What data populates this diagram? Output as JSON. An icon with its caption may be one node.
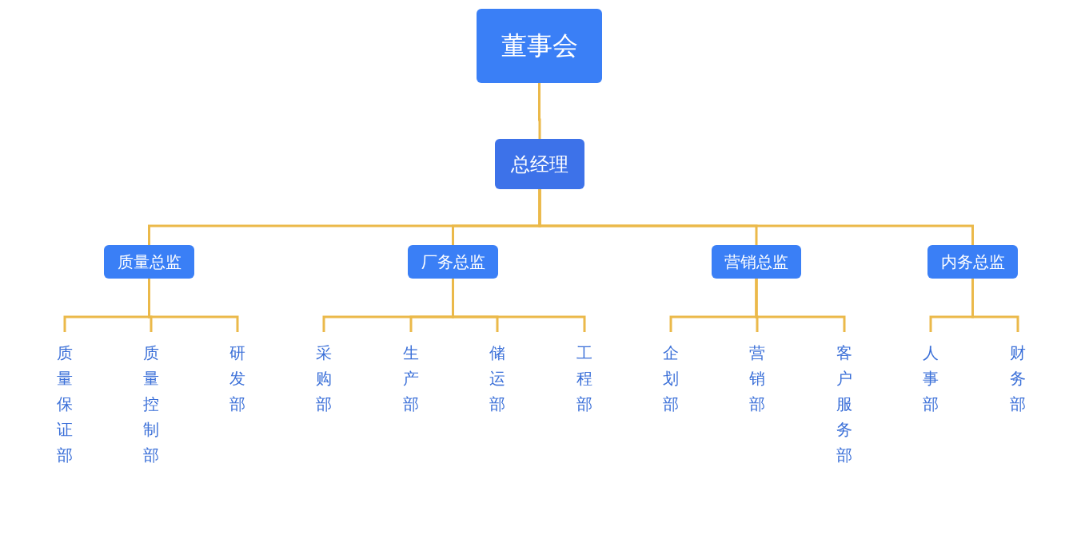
{
  "diagram": {
    "nodes": [
      {
        "text": [
          "董事会"
        ]
      },
      {
        "text": [
          "总经理"
        ]
      },
      {
        "text": [
          "质量总监"
        ]
      },
      {
        "text": [
          "厂务总监"
        ]
      },
      {
        "text": [
          "营销总监"
        ]
      },
      {
        "text": [
          "内务总监"
        ]
      },
      {
        "text": [
          "质量保证部"
        ]
      },
      {
        "text": [
          "质量控制部"
        ]
      },
      {
        "text": [
          "研发部"
        ]
      },
      {
        "text": [
          "采购部"
        ]
      },
      {
        "text": [
          "生产部"
        ]
      },
      {
        "text": [
          "储运部"
        ]
      },
      {
        "text": [
          "工程部"
        ]
      },
      {
        "text": [
          "企划部"
        ]
      },
      {
        "text": [
          "营销部"
        ]
      },
      {
        "text": [
          "客户服务部"
        ]
      },
      {
        "text": [
          "人事部"
        ]
      },
      {
        "text": [
          "财务部"
        ]
      }
    ],
    "edges": [
      {
        "from": 0,
        "to": 1,
        "arrow": "none"
      },
      {
        "from": 1,
        "to": 2,
        "arrow": "none"
      },
      {
        "from": 1,
        "to": 3,
        "arrow": "none"
      },
      {
        "from": 1,
        "to": 4,
        "arrow": "none"
      },
      {
        "from": 1,
        "to": 5,
        "arrow": "none"
      },
      {
        "from": 2,
        "to": 6,
        "arrow": "none"
      },
      {
        "from": 2,
        "to": 7,
        "arrow": "none"
      },
      {
        "from": 2,
        "to": 8,
        "arrow": "none"
      },
      {
        "from": 3,
        "to": 9,
        "arrow": "none"
      },
      {
        "from": 3,
        "to": 10,
        "arrow": "none"
      },
      {
        "from": 3,
        "to": 11,
        "arrow": "none"
      },
      {
        "from": 3,
        "to": 12,
        "arrow": "none"
      },
      {
        "from": 4,
        "to": 13,
        "arrow": "none"
      },
      {
        "from": 4,
        "to": 14,
        "arrow": "none"
      },
      {
        "from": 4,
        "to": 15,
        "arrow": "none"
      },
      {
        "from": 5,
        "to": 16,
        "arrow": "none"
      },
      {
        "from": 5,
        "to": 17,
        "arrow": "none"
      }
    ]
  }
}
